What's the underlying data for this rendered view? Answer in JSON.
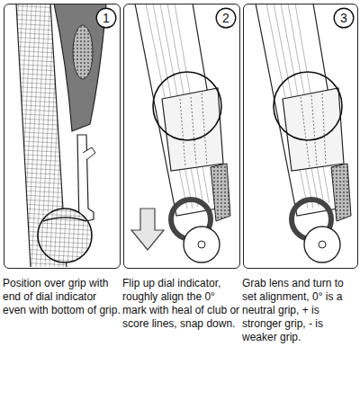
{
  "diagram": {
    "nodes": [
      {
        "text": [
          "Position over grip with end of dial indicator even with bottom of grip."
        ]
      },
      {
        "text": [
          "1"
        ],
        "in": 0
      },
      {
        "text": [
          "Flip up dial indicator, roughly align the 0° mark with heal of club or score lines, snap down."
        ]
      },
      {
        "text": [
          "2"
        ],
        "in": 2
      },
      {
        "text": [
          "Grab lens and turn to set alignment, 0° is a neutral grip, + is stronger grip, - is weaker grip."
        ]
      },
      {
        "text": [
          "3"
        ],
        "in": 4
      }
    ]
  }
}
